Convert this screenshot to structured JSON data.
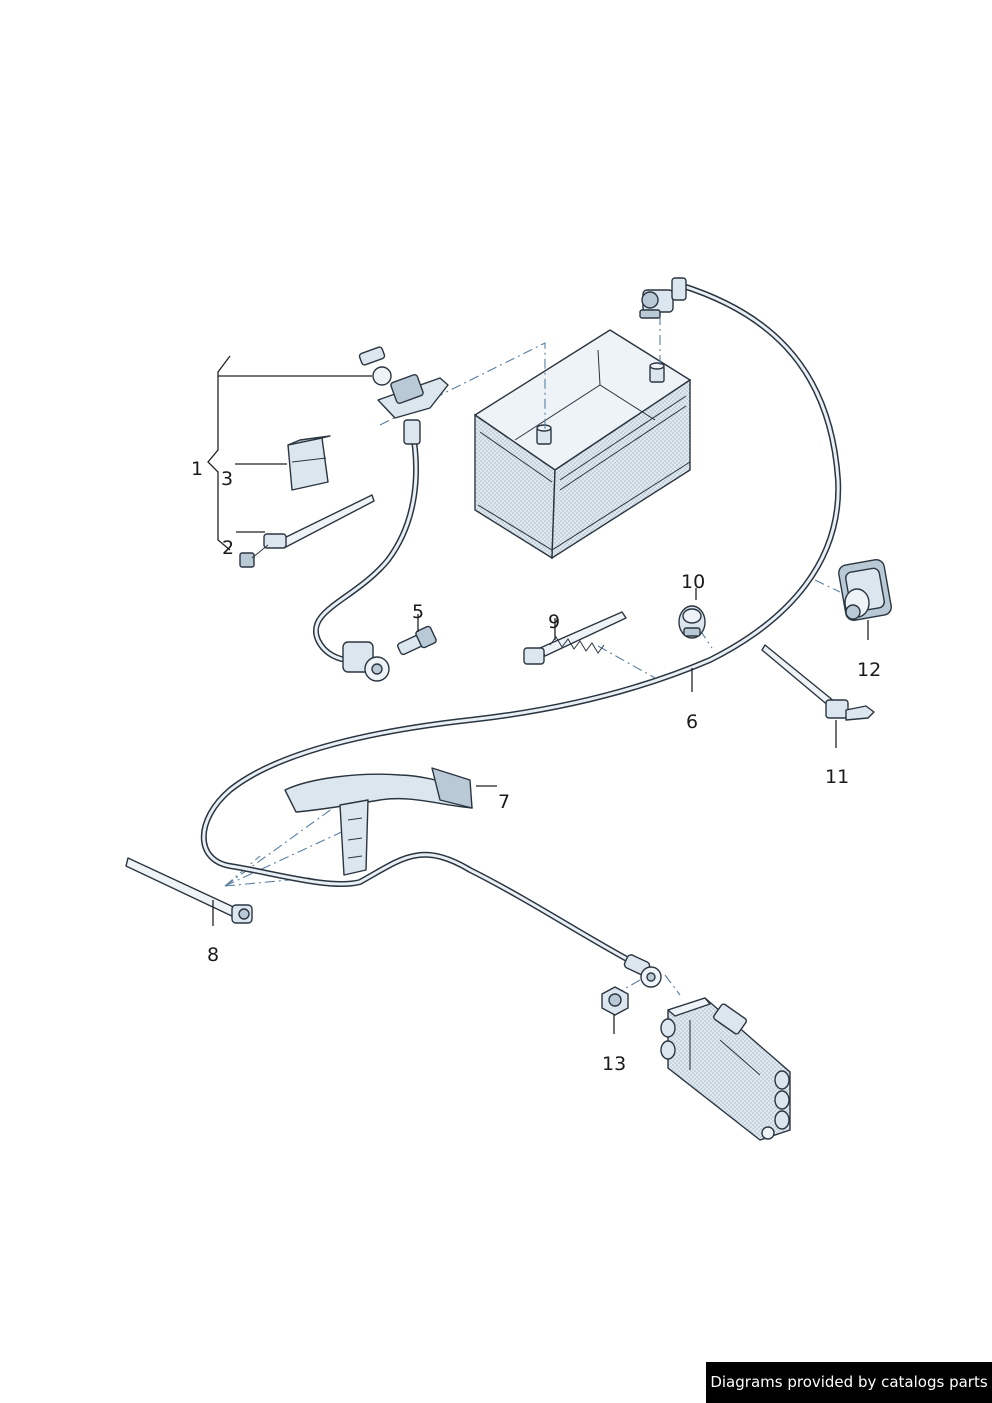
{
  "callouts": {
    "c1": "1",
    "c2": "2",
    "c3": "3",
    "c5": "5",
    "c6": "6",
    "c7": "7",
    "c8": "8",
    "c9": "9",
    "c10": "10",
    "c11": "11",
    "c12": "12",
    "c13": "13"
  },
  "credit": "Diagrams provided by catalogs parts",
  "colors": {
    "line": "#2a3540",
    "fill": "#dce6ee",
    "dashed": "#5a7fa0",
    "credit_bg": "#000000",
    "credit_text": "#ffffff"
  }
}
